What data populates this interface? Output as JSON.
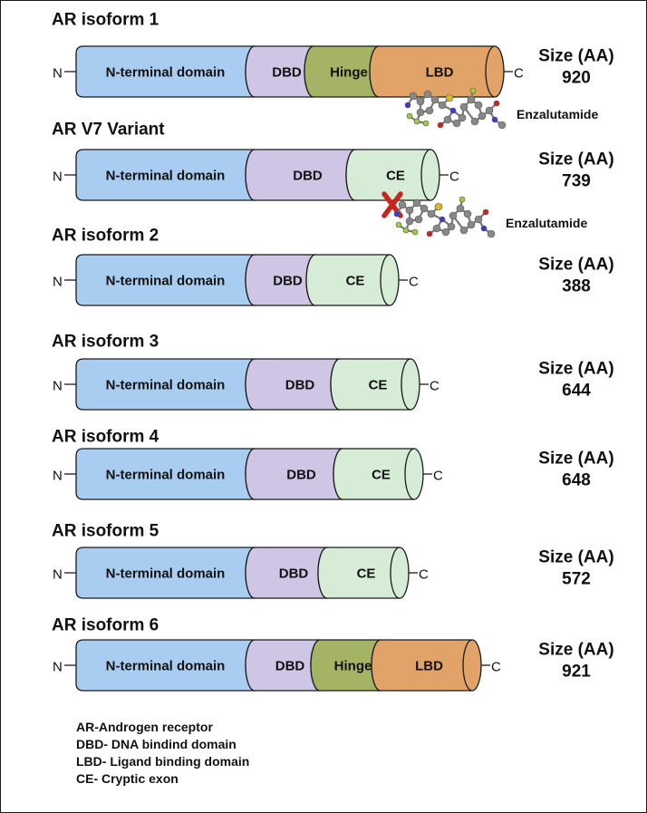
{
  "colors": {
    "ntd": "#a9cdf1",
    "dbd": "#cfc6e6",
    "hinge": "#a4b464",
    "lbd": "#e2a368",
    "ce": "#d6ecd6",
    "outline": "#1a1a1a",
    "block_x": "#c8251b"
  },
  "terminal_labels": {
    "n": "N",
    "c": "C"
  },
  "size_label": "Size (AA)",
  "isoforms": [
    {
      "title": "AR isoform 1",
      "size": "920",
      "domains": [
        {
          "key": "ntd",
          "label": "N-terminal domain"
        },
        {
          "key": "dbd",
          "label": "DBD"
        },
        {
          "key": "hinge",
          "label": "Hinge"
        },
        {
          "key": "lbd",
          "label": "LBD"
        }
      ],
      "drug": {
        "name": "Enzalutamide",
        "blocked": false
      }
    },
    {
      "title": "AR V7 Variant",
      "size": "739",
      "domains": [
        {
          "key": "ntd",
          "label": "N-terminal domain"
        },
        {
          "key": "dbd",
          "label": "DBD"
        },
        {
          "key": "ce",
          "label": "CE"
        }
      ],
      "drug": {
        "name": "Enzalutamide",
        "blocked": true
      }
    },
    {
      "title": "AR isoform 2",
      "size": "388",
      "domains": [
        {
          "key": "ntd",
          "label": "N-terminal domain"
        },
        {
          "key": "dbd",
          "label": "DBD"
        },
        {
          "key": "ce",
          "label": "CE"
        }
      ]
    },
    {
      "title": "AR isoform 3",
      "size": "644",
      "domains": [
        {
          "key": "ntd",
          "label": "N-terminal domain"
        },
        {
          "key": "dbd",
          "label": "DBD"
        },
        {
          "key": "ce",
          "label": "CE"
        }
      ]
    },
    {
      "title": "AR isoform 4",
      "size": "648",
      "domains": [
        {
          "key": "ntd",
          "label": "N-terminal domain"
        },
        {
          "key": "dbd",
          "label": "DBD"
        },
        {
          "key": "ce",
          "label": "CE"
        }
      ]
    },
    {
      "title": "AR isoform 5",
      "size": "572",
      "domains": [
        {
          "key": "ntd",
          "label": "N-terminal domain"
        },
        {
          "key": "dbd",
          "label": "DBD"
        },
        {
          "key": "ce",
          "label": "CE"
        }
      ]
    },
    {
      "title": "AR isoform 6",
      "size": "921",
      "domains": [
        {
          "key": "ntd",
          "label": "N-terminal domain"
        },
        {
          "key": "dbd",
          "label": "DBD"
        },
        {
          "key": "hinge",
          "label": "Hinge"
        },
        {
          "key": "lbd",
          "label": "LBD"
        }
      ]
    }
  ],
  "legend": [
    "AR-Androgen receptor",
    "DBD- DNA bindind domain",
    "LBD- Ligand binding domain",
    "CE- Cryptic exon"
  ]
}
